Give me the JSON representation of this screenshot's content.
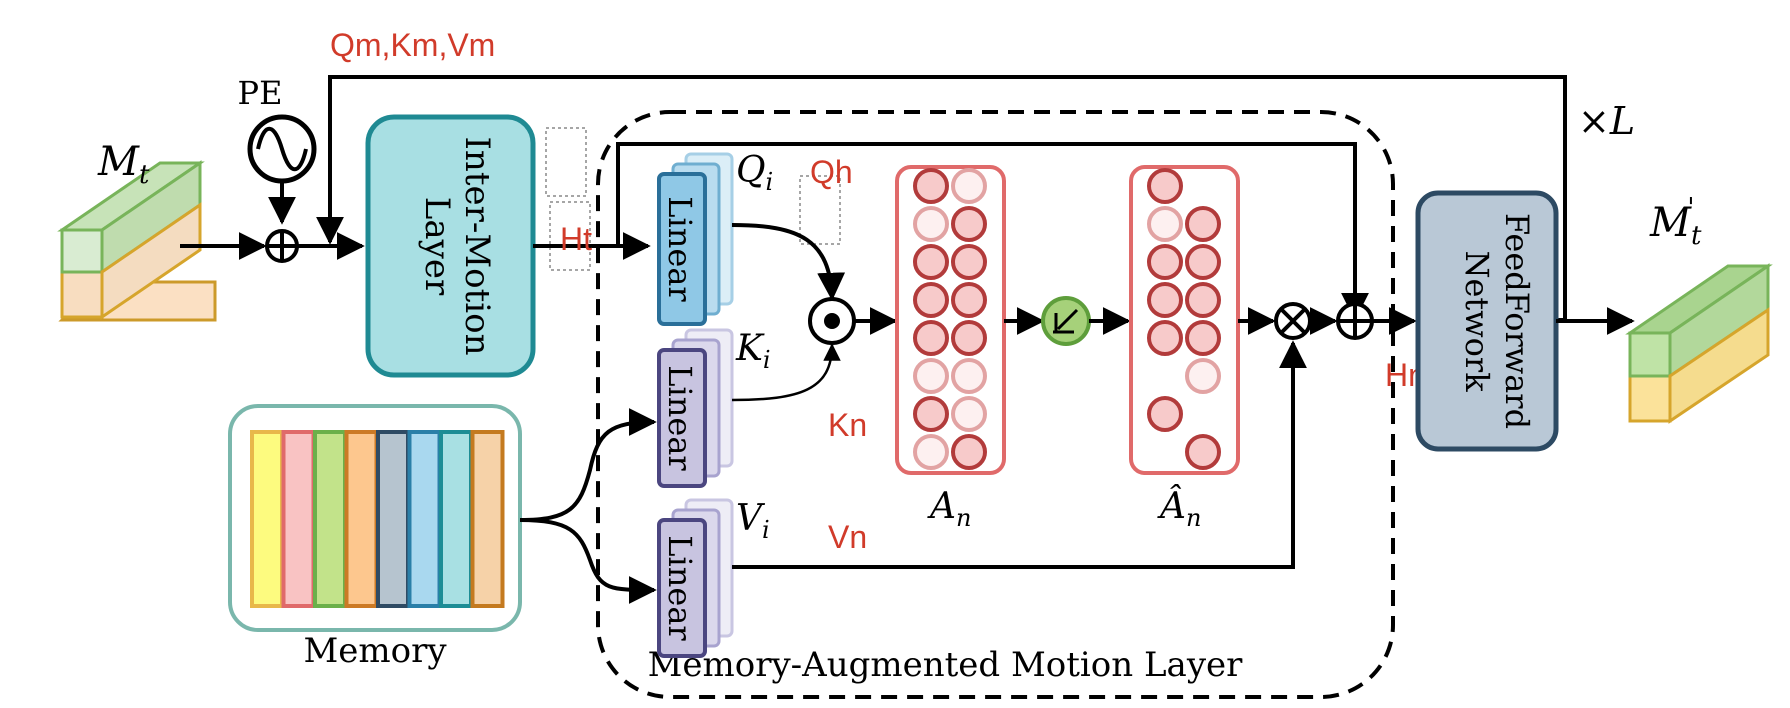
{
  "labels": {
    "pe": "PE",
    "mt_main": "M",
    "mt_sub": "t",
    "mtp_main": "M",
    "mtp_sub": "t",
    "mtp_sup": "'",
    "qm_km_vm": "Qm,Km,Vm",
    "inter_motion_line1": "Inter-Motion",
    "inter_motion_line2": "Layer",
    "ht": "Ht",
    "qh": "Qh",
    "kn": "Kn",
    "vn": "Vn",
    "hn": "Hn",
    "linear_q": "Linear",
    "linear_k": "Linear",
    "linear_v": "Linear",
    "q_main": "Q",
    "q_sub": "i",
    "k_main": "K",
    "k_sub": "i",
    "v_main": "V",
    "v_sub": "i",
    "an_main": "A",
    "an_sub": "n",
    "ahat_main": "Â",
    "ahat_sub": "n",
    "ffn_line1": "FeedForward",
    "ffn_line2": "Network",
    "times_l": "×L",
    "memory": "Memory",
    "mam_layer": "Memory-Augmented Motion Layer"
  },
  "colors": {
    "red_label": "#d13b2a",
    "inter_motion_fill": "#a8dfe3",
    "inter_motion_stroke": "#1f8a93",
    "ffn_fill": "#b9c8d6",
    "ffn_stroke": "#2d4a63",
    "linear_q_fill": "#8fc8e6",
    "linear_q_stroke": "#2a6f99",
    "linear_kv_fill": "#c8c4e0",
    "linear_kv_stroke": "#4b4680",
    "matrix_stroke": "#e06a6a",
    "memory_stroke": "#7ab7ac",
    "topk_fill": "#a6d17a",
    "topk_stroke": "#5e9e3b"
  },
  "memory_slots": [
    {
      "fill": "#fdfb7f",
      "stroke": "#e8b84a"
    },
    {
      "fill": "#f9c3c3",
      "stroke": "#e06a6a"
    },
    {
      "fill": "#c2e38a",
      "stroke": "#6bb04a"
    },
    {
      "fill": "#fdc78e",
      "stroke": "#cc7a25"
    },
    {
      "fill": "#b6c4cf",
      "stroke": "#2f4b64"
    },
    {
      "fill": "#a9d8ef",
      "stroke": "#2a7fa8"
    },
    {
      "fill": "#a8e0e3",
      "stroke": "#1d8d95"
    },
    {
      "fill": "#f6d2a8",
      "stroke": "#c47a1f"
    }
  ]
}
